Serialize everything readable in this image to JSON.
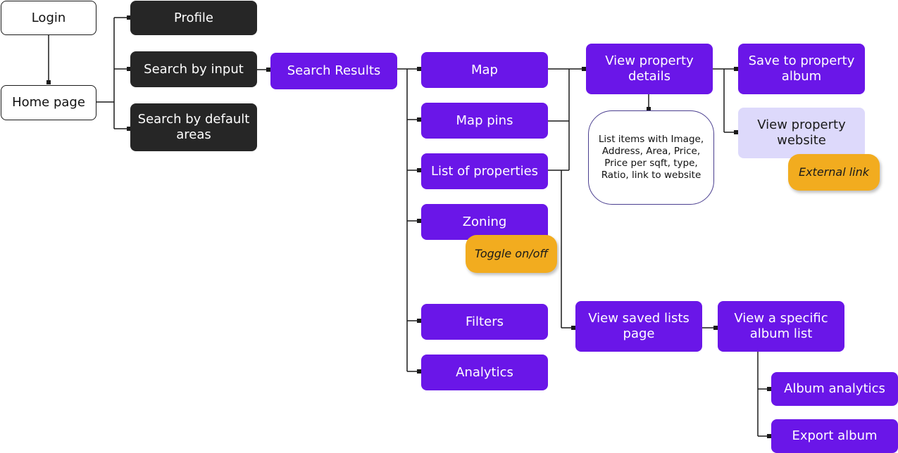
{
  "nodes": {
    "login": "Login",
    "home_page": "Home page",
    "profile": "Profile",
    "search_by_input": "Search by input",
    "search_by_default_areas": "Search by default areas",
    "search_results": "Search Results",
    "map": "Map",
    "map_pins": "Map pins",
    "list_of_properties": "List of properties",
    "zoning": "Zoning",
    "filters": "Filters",
    "analytics": "Analytics",
    "view_property_details": "View property details",
    "save_to_property_album": "Save to property album",
    "view_property_website": "View property website",
    "view_saved_lists_page": "View saved lists page",
    "view_specific_album_list": "View a specific album list",
    "album_analytics": "Album analytics",
    "export_album": "Export album"
  },
  "notes": {
    "list_items": "List items with Image, Address, Area, Price, Price per sqft, type, Ratio, link to website"
  },
  "tags": {
    "toggle": "Toggle on/off",
    "external_link": "External link"
  },
  "colors": {
    "purple": "#6a16e8",
    "dark": "#262626",
    "lavender": "#ddd9fb",
    "amber": "#f2ac1f",
    "line": "#1a1a1a"
  }
}
